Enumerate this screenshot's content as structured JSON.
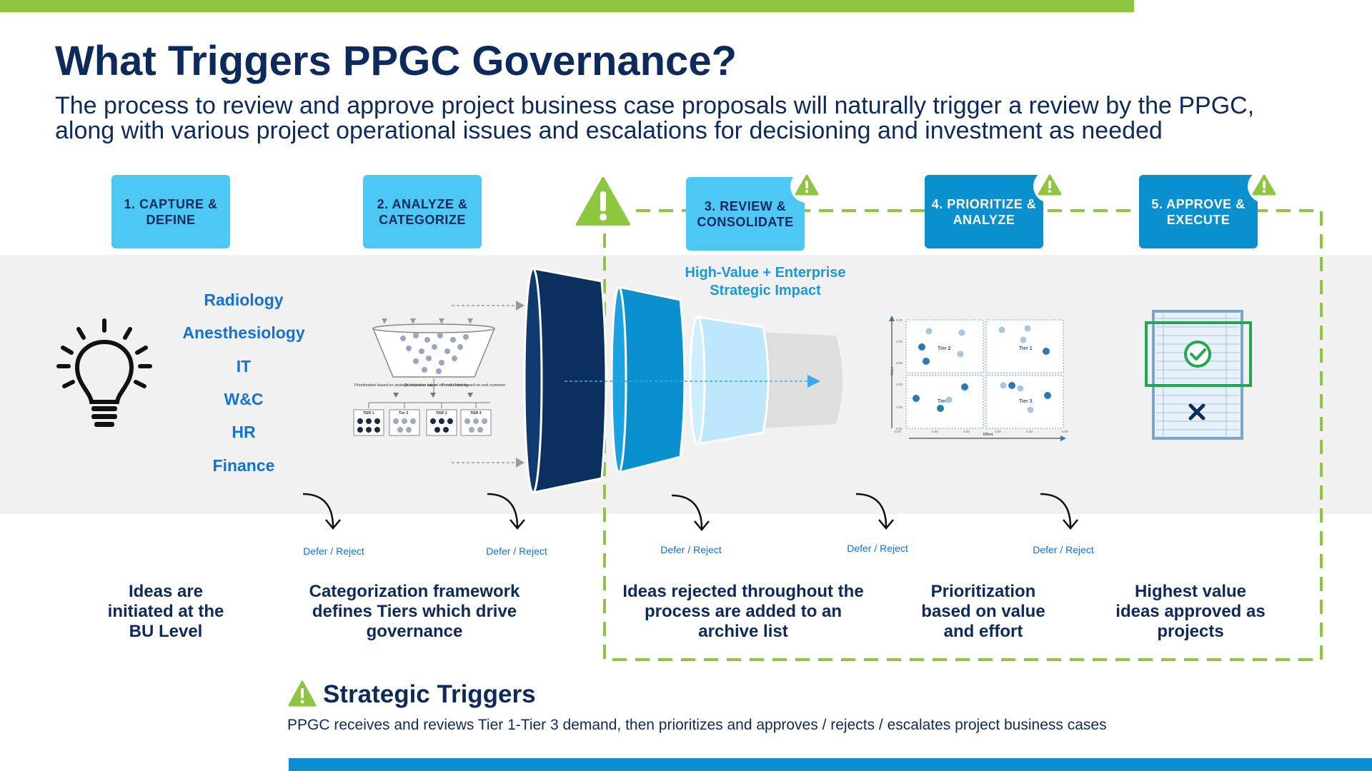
{
  "title": "What Triggers PPGC Governance?",
  "subtitle": "The process to review and approve project business case proposals will naturally trigger a review by the PPGC, along with various project operational issues and escalations for decisioning and investment as needed",
  "steps": [
    {
      "label": "1. CAPTURE & DEFINE"
    },
    {
      "label": "2. ANALYZE & CATEGORIZE"
    },
    {
      "label": "3. REVIEW & CONSOLIDATE"
    },
    {
      "label": "4. PRIORITIZE & ANALYZE"
    },
    {
      "label": "5. APPROVE & EXECUTE"
    }
  ],
  "departments": [
    "Radiology",
    "Anesthesiology",
    "IT",
    "W&C",
    "HR",
    "Finance"
  ],
  "high_value_label": "High-Value + Enterprise Strategic Impact",
  "defer_label": "Defer / Reject",
  "captions": [
    "Ideas are initiated at the BU Level",
    "Categorization framework defines Tiers which drive governance",
    "Ideas rejected throughout the process are added to an archive list",
    "Prioritization based on value and effort",
    "Highest value ideas approved as projects"
  ],
  "tiers_diagram": {
    "notes": [
      "Prioritization based on strategic business value",
      "Prioritization based on cost / funding",
      "Prioritization based on end customer"
    ],
    "tiers": [
      "TIER 1",
      "Tier 2",
      "TIER 3",
      "TIER 4"
    ]
  },
  "quadrant_chart": {
    "quadrants": [
      "Tier 2",
      "Tier 1",
      "Tier 4",
      "Tier 3"
    ],
    "xlabel": "Effort",
    "ylabel": "Value",
    "xticks": [
      "0.00",
      "1.00",
      "2.00",
      "3.00",
      "4.00",
      "5.00"
    ],
    "yticks": [
      "0.00",
      "1.00",
      "2.00",
      "3.00",
      "4.00",
      "5.00"
    ]
  },
  "strategic_triggers": {
    "title": "Strategic Triggers",
    "description": "PPGC receives and reviews Tier 1-Tier 3 demand, then prioritizes and approves / rejects / escalates project business cases"
  },
  "colors": {
    "green": "#8dc63f",
    "navy": "#0d2a5c",
    "blue": "#0a8fcf",
    "light_blue": "#4dc8f5",
    "dept_blue": "#1273d6"
  }
}
